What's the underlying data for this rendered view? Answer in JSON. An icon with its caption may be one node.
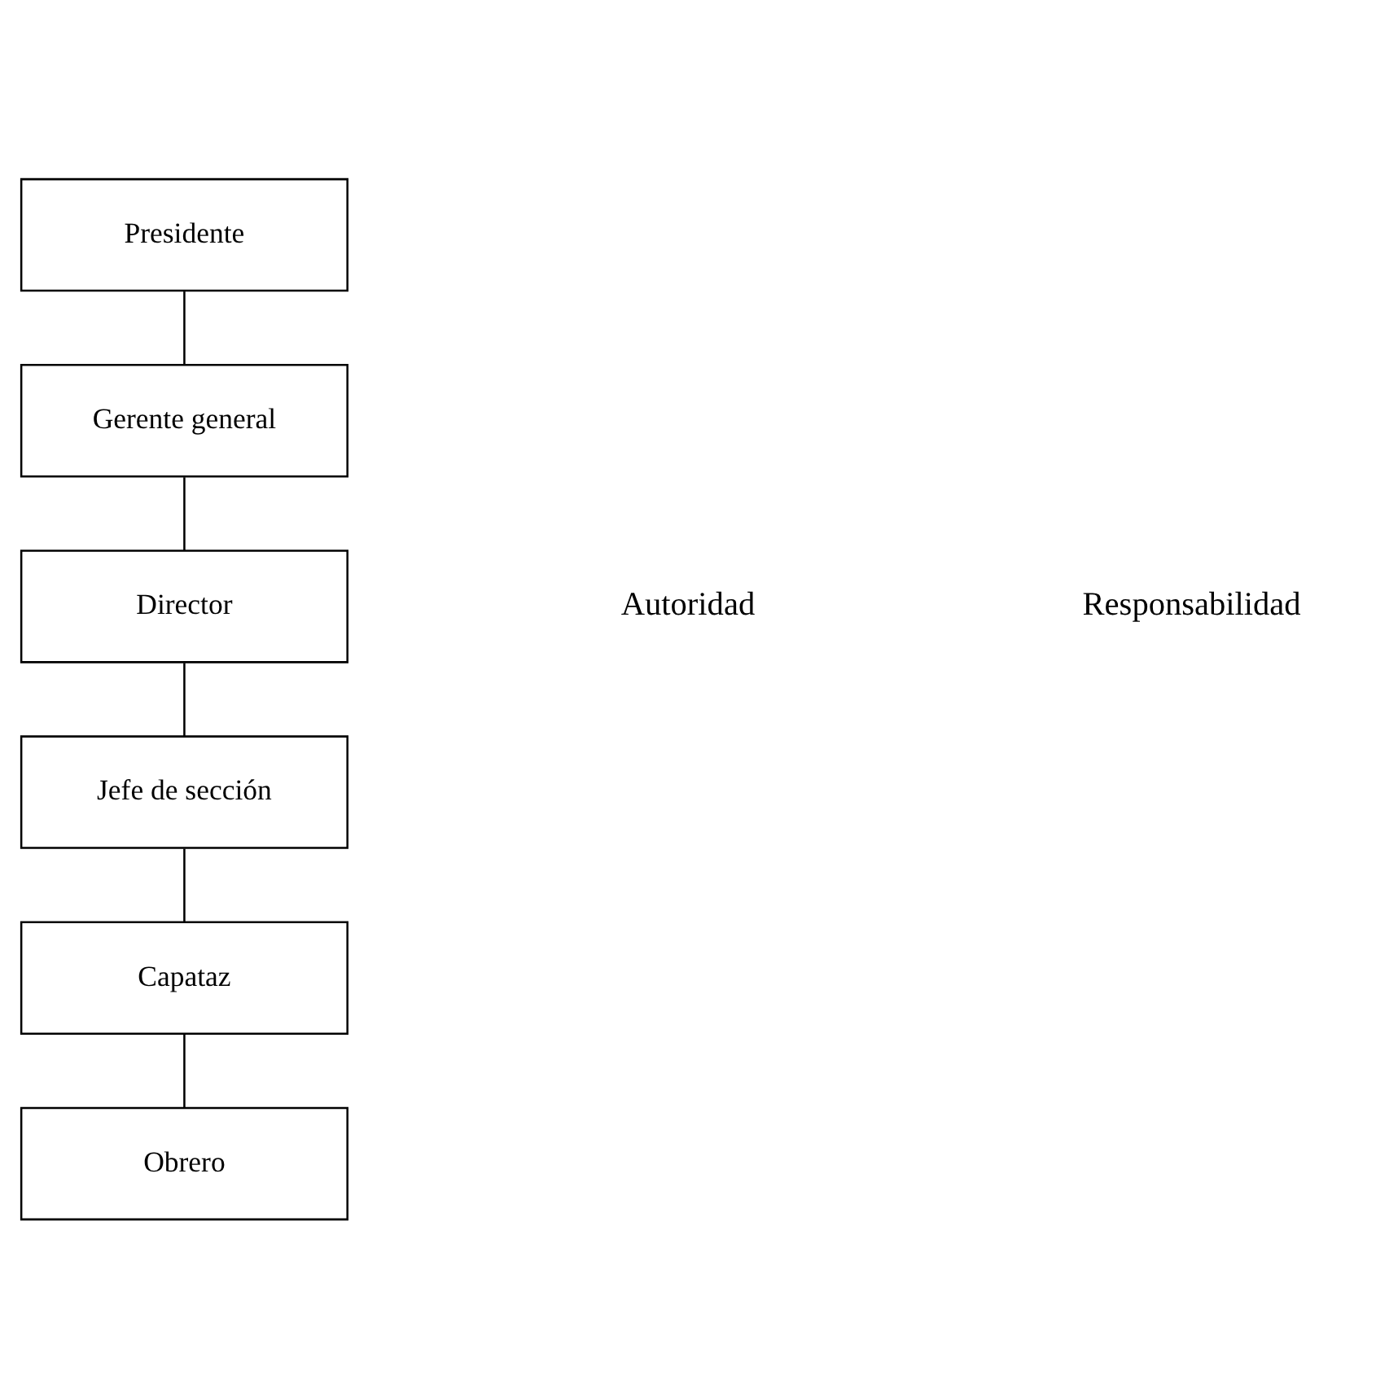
{
  "diagram": {
    "nodes": [
      {
        "text": [
          "Presidente"
        ]
      },
      {
        "text": [
          "Gerente general"
        ]
      },
      {
        "text": [
          "Director"
        ]
      },
      {
        "text": [
          "Jefe de sección"
        ]
      },
      {
        "text": [
          "Capataz"
        ]
      },
      {
        "text": [
          "Obrero"
        ]
      }
    ],
    "edges": [
      {
        "from": 0,
        "to": 1,
        "arrow": "none"
      },
      {
        "from": 1,
        "to": 2,
        "arrow": "none"
      },
      {
        "from": 2,
        "to": 3,
        "arrow": "none"
      },
      {
        "from": 3,
        "to": 4,
        "arrow": "none"
      },
      {
        "from": 4,
        "to": 5,
        "arrow": "none"
      }
    ],
    "labels": [
      "Autoridad",
      "Responsabilidad"
    ]
  }
}
